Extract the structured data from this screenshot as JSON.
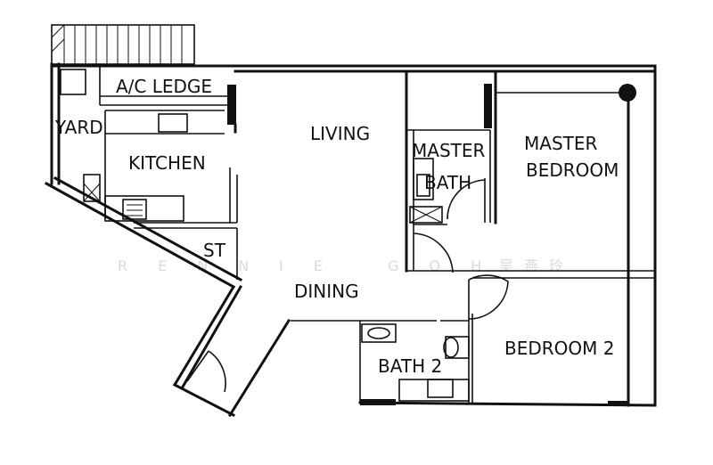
{
  "rooms": {
    "ac_ledge": "A/C LEDGE",
    "yard": "YARD",
    "living": "LIVING",
    "kitchen": "KITCHEN",
    "master_bath_line1": "MASTER",
    "master_bath_line2": "BATH",
    "master_bedroom_line1": "MASTER",
    "master_bedroom_line2": "BEDROOM",
    "store": "ST",
    "dining": "DINING",
    "bedroom_2": "BEDROOM 2",
    "bath_2": "BATH 2"
  },
  "watermark": {
    "latin": "RENNIE GOH",
    "chinese": "吴燕玲"
  },
  "colors": {
    "line": "#111111",
    "background": "#ffffff",
    "watermark": "#d9d9d9"
  }
}
